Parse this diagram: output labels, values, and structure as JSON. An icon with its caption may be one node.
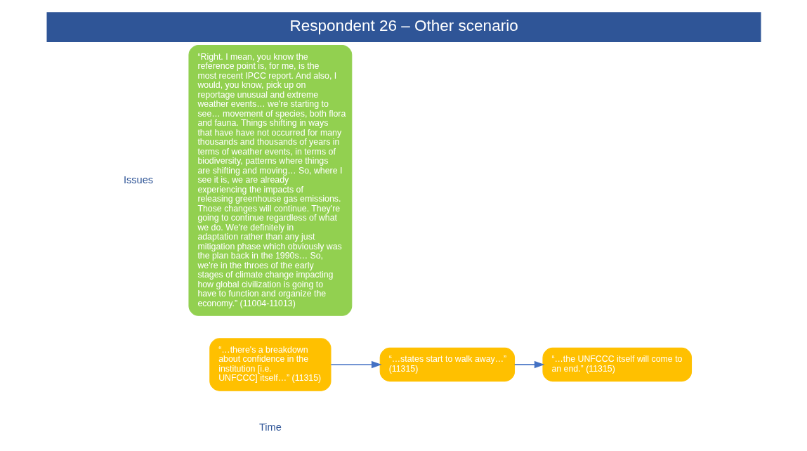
{
  "diagram": {
    "title": "Respondent 26 – Other scenario",
    "nodes": [
      {
        "text": [
          "“Right. I mean, you know the reference point is, for me, is the most recent IPCC report. And also, I would, you know, pick up on reportage unusual and extreme weather events… we're starting to see… movement of species, both flora and fauna. Things shifting in ways that have have not occurred for many thousands and thousands of years in terms of weather events, in terms of biodiversity, patterns where things are shifting and moving… So, where I see it is, we are already experiencing the impacts of releasing greenhouse gas emissions. Those changes will continue. They're going to continue regardless of what we do. We're definitely in adaptation rather than any just mitigation phase which obviously was the plan back in the 1990s… So, we're in the throes of the early stages of climate change impacting how global civilization is going to have to function and organize the economy.” (11004-11013)"
        ]
      },
      {
        "text": [
          "“…there's a breakdown about confidence in the institution [i.e. UNFCCC] itself…” (11315)"
        ]
      },
      {
        "text": [
          "“…states start to walk away…” (11315)"
        ]
      },
      {
        "text": [
          "“…the UNFCCC itself will come to an end.” (11315)"
        ]
      }
    ],
    "edges": [
      {
        "from": 1,
        "to": 2,
        "arrow": "to"
      },
      {
        "from": 2,
        "to": 3,
        "arrow": "to"
      }
    ],
    "labels": [
      "Issues",
      "Time"
    ]
  }
}
